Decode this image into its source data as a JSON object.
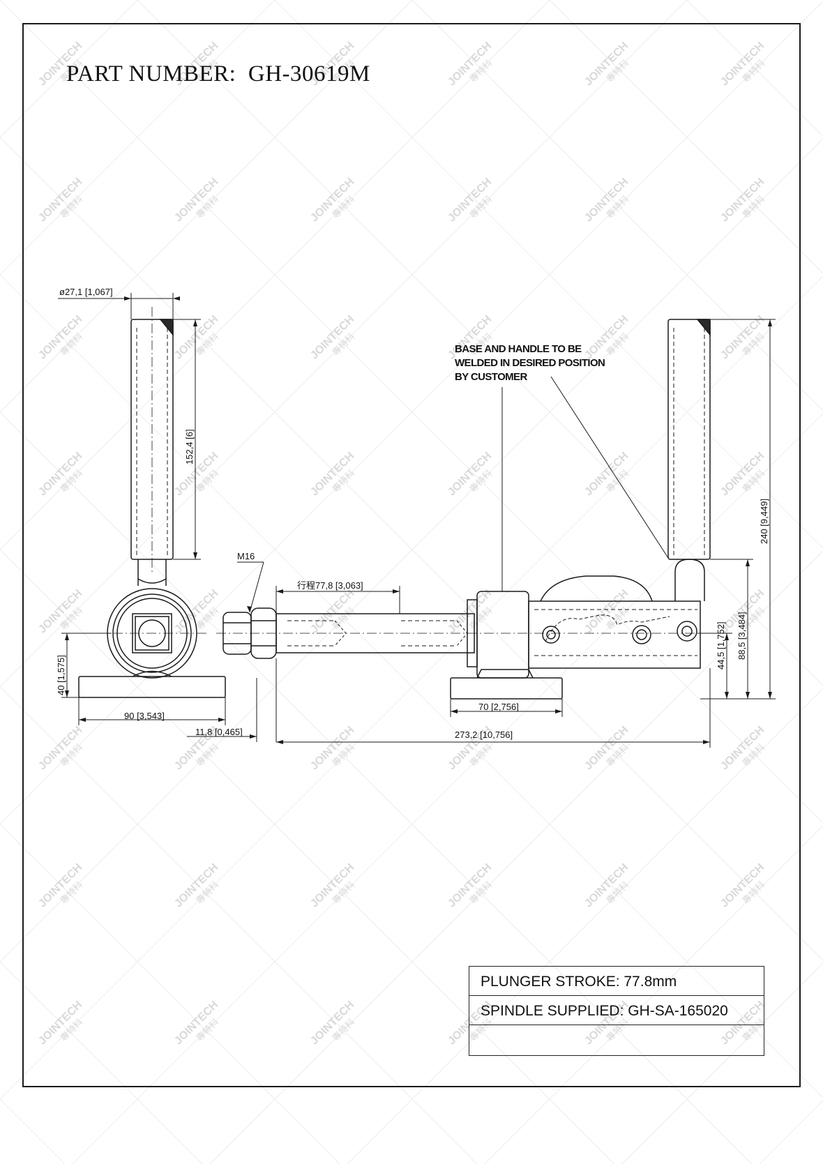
{
  "title": {
    "label": "PART NUMBER:",
    "value": "GH-30619M"
  },
  "watermark": {
    "en": "JOINTECH",
    "cn": "專特科"
  },
  "dimensions": {
    "handle_diameter": "ø27,1 [1,067]",
    "handle_length": "152,4 [6]",
    "height_left": "40 [1,575]",
    "base_width_left": "90 [3,543]",
    "thread": "M16",
    "stroke": "行程77,8 [3,063]",
    "nut_offset": "11,8 [0,465]",
    "base_width_right": "70 [2,756]",
    "overall_length": "273,2 [10,756]",
    "overall_height": "240 [9,449]",
    "body_height": "88,5 [3,484]",
    "axis_height": "44,5 [1,752]"
  },
  "callout": {
    "line1": "BASE AND HANDLE TO BE",
    "line2": "WELDED IN DESIRED POSITION",
    "line3": "BY CUSTOMER"
  },
  "notes": {
    "stroke": "PLUNGER STROKE: 77.8mm",
    "spindle": "SPINDLE SUPPLIED: GH-SA-165020",
    "blank": ""
  },
  "colors": {
    "line": "#1a1a1a",
    "watermark": "#d9d9d9"
  }
}
